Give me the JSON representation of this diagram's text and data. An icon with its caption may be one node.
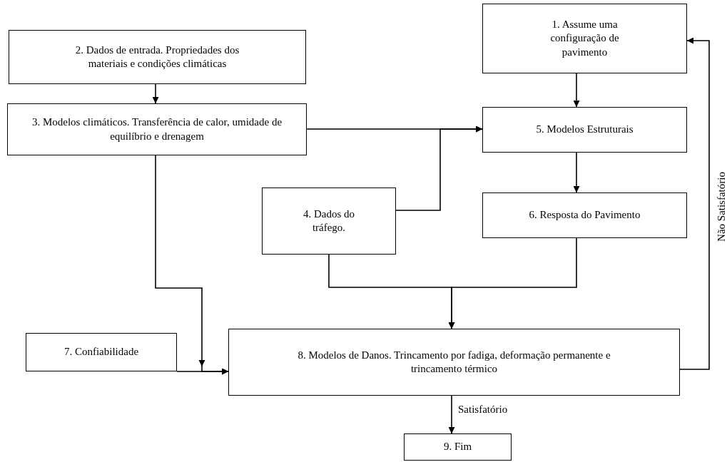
{
  "diagram": {
    "nodes": [
      {
        "text": [
          "2. Dados de entrada. Propriedades dos materiais e condições climáticas"
        ]
      },
      {
        "text": [
          "1. Assume uma configuração de pavimento"
        ]
      },
      {
        "text": [
          "3. Modelos climáticos. Transferência de calor, umidade de equilíbrio e drenagem"
        ]
      },
      {
        "text": [
          "5. Modelos Estruturais"
        ]
      },
      {
        "text": [
          "4. Dados do tráfego."
        ]
      },
      {
        "text": [
          "6. Resposta do Pavimento"
        ]
      },
      {
        "text": [
          "7. Confiabilidade"
        ]
      },
      {
        "text": [
          "8. Modelos de Danos. Trincamento por fadiga, deformação permanente e trincamento térmico"
        ]
      },
      {
        "text": [
          "9. Fim"
        ]
      }
    ],
    "edges": [
      {
        "from": 0,
        "to": 2,
        "arrow": "to"
      },
      {
        "from": 1,
        "to": 3,
        "arrow": "to"
      },
      {
        "from": 2,
        "to": 3,
        "arrow": "to"
      },
      {
        "from": 4,
        "to": 3,
        "arrow": "to"
      },
      {
        "from": 3,
        "to": 5,
        "arrow": "to"
      },
      {
        "from": 2,
        "to": 7,
        "arrow": "to"
      },
      {
        "from": 6,
        "to": 7,
        "arrow": "to"
      },
      {
        "from": 4,
        "to": 7,
        "arrow": "to"
      },
      {
        "from": 5,
        "to": 7,
        "arrow": "to"
      },
      {
        "from": 7,
        "to": 1,
        "label": "Não Satisfatório",
        "arrow": "to"
      },
      {
        "from": 7,
        "to": 8,
        "label": "Satisfatório",
        "arrow": "to"
      }
    ]
  }
}
